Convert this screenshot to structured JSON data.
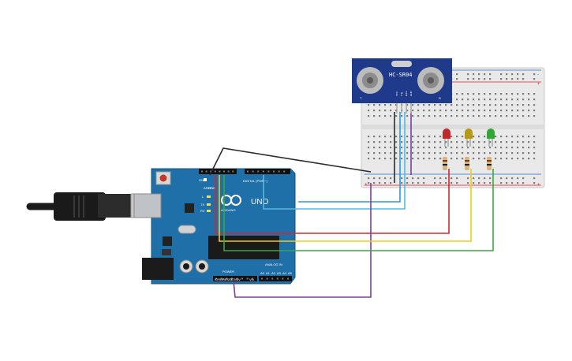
{
  "sensor": {
    "model": "HC-SR04",
    "pin_labels": [
      "VCC",
      "Trig",
      "Echo",
      "GND"
    ],
    "left_mark": "T",
    "right_mark": "R"
  },
  "arduino": {
    "brand": "ARDUINO",
    "model": "UNO",
    "digital_header_label": "DIGITAL (PWM~)",
    "power_label": "POWER",
    "analog_label": "ANALOG IN",
    "aref_label": "AREF",
    "gnd_label": "GND",
    "l_label": "L",
    "tx_label": "TX",
    "rx_label": "RX",
    "on_label": "ON",
    "ioref_label": "IOREF",
    "reset_label": "RESET",
    "v33_label": "3.3V",
    "v5_label": "5V",
    "vin_label": "Vin",
    "analog_pins": [
      "A0",
      "A1",
      "A2",
      "A3",
      "A4",
      "A5"
    ]
  },
  "breadboard": {
    "plus": "+",
    "minus": "-"
  },
  "leds": [
    {
      "color": "#c0262b",
      "name": "red"
    },
    {
      "color": "#b59a14",
      "name": "yellow"
    },
    {
      "color": "#2fa836",
      "name": "green"
    }
  ],
  "wire_colors": {
    "black": "#2b2b2b",
    "blue": "#2b9bd6",
    "cyan": "#56b9e0",
    "purple": "#7b3f9e",
    "red": "#d8262b",
    "yellow": "#f0cc1a",
    "green": "#39a845",
    "board": "#1f6fa8"
  }
}
